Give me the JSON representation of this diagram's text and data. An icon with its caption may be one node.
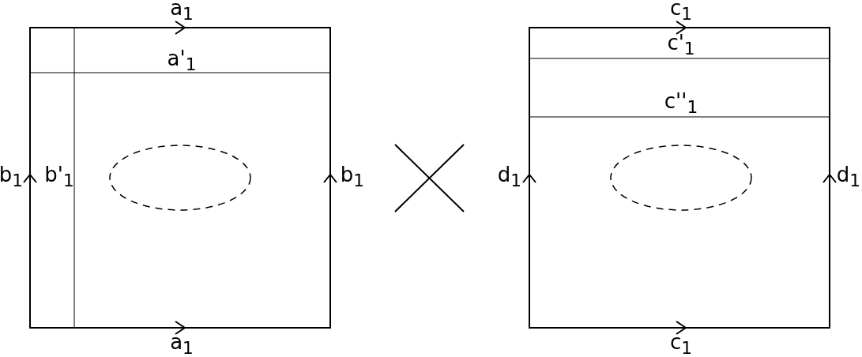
{
  "diagram": {
    "labels": [
      "a$_{1}$",
      "c$_{1}$",
      "c'$_{1}$",
      "a'$_{1}$",
      "c''$_{1}$",
      "b$_{1}$",
      "b'$_{1}$",
      "b$_{1}$",
      "d$_{1}$",
      "d$_{1}$",
      "a$_{1}$",
      "c$_{1}$"
    ]
  }
}
